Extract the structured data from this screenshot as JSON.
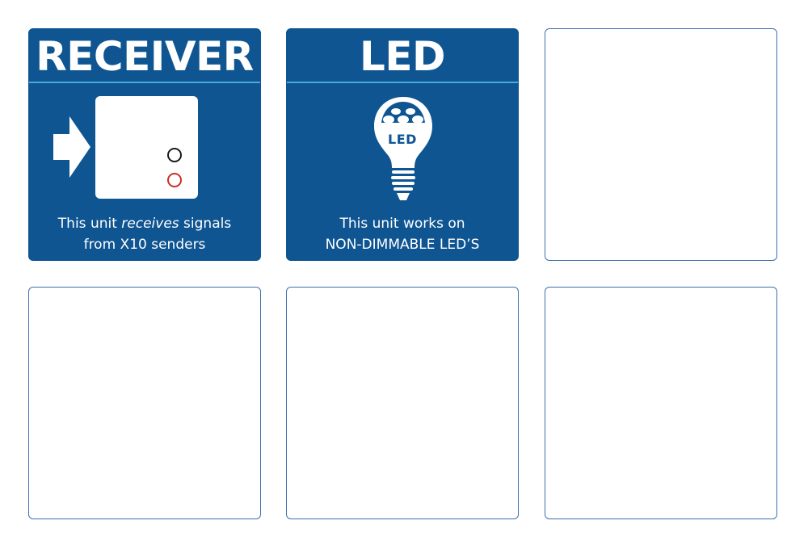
{
  "tiles": [
    {
      "title": "RECEIVER",
      "caption_line1_pre": "This unit ",
      "caption_line1_em": "receives",
      "caption_line1_post": " signals",
      "caption_line2": "from X10 senders",
      "icon": "arrow-into-receiver-icon"
    },
    {
      "title": "LED",
      "bulb_label": "LED",
      "caption_line1": "This unit works on",
      "caption_line2": "NON-DIMMABLE LED’S",
      "icon": "led-bulb-icon"
    }
  ],
  "colors": {
    "tile_blue": "#0f5592",
    "divider": "#4aa9df",
    "border": "#3f70b0",
    "indicator_red": "#c8302a",
    "indicator_black": "#1a1a1a"
  }
}
